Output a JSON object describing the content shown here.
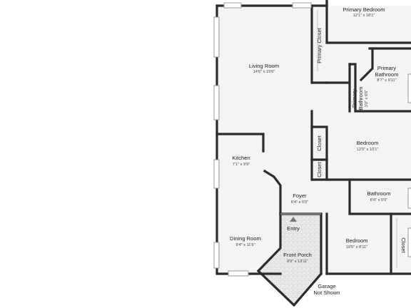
{
  "rooms": [
    {
      "id": "living",
      "name": "Living Room",
      "dims": "14'6\" x 19'6\""
    },
    {
      "id": "primary-bedroom",
      "name": "Primary Bedroom",
      "dims": "12'1\" x 18'1\""
    },
    {
      "id": "primary-closet",
      "name": "Primary Closet",
      "dims": ""
    },
    {
      "id": "primary-bathroom",
      "name": "Primary\nBathroom",
      "dims": "8'7\" x 9'11\""
    },
    {
      "id": "primary-bathroom-2",
      "name": "Primary\nBathroom",
      "dims": "3'0\" x 6'6\""
    },
    {
      "id": "kitchen",
      "name": "Kitchen",
      "dims": "7'1\" x 9'9\""
    },
    {
      "id": "closet-1",
      "name": "Closet",
      "dims": ""
    },
    {
      "id": "closet-2",
      "name": "Closet",
      "dims": ""
    },
    {
      "id": "bedroom-1",
      "name": "Bedroom",
      "dims": "12'0\" x 10'1\""
    },
    {
      "id": "foyer",
      "name": "Foyer",
      "dims": "6'4\" x 5'0\""
    },
    {
      "id": "bathroom",
      "name": "Bathroom",
      "dims": "8'4\" x 5'0\""
    },
    {
      "id": "entry",
      "name": "Entry",
      "dims": ""
    },
    {
      "id": "dining",
      "name": "Dining Room",
      "dims": "9'4\" x 11'6\""
    },
    {
      "id": "front-porch",
      "name": "Front Porch",
      "dims": "9'9\" x 13'11\""
    },
    {
      "id": "bedroom-2",
      "name": "Bedroom",
      "dims": "10'5\" x 8'11\""
    },
    {
      "id": "closet-3",
      "name": "Closet",
      "dims": ""
    }
  ],
  "notes": {
    "garage": "Garage\nNot Shown"
  },
  "colors": {
    "wall": "#2b2b2b",
    "floor": "#f4f4f4",
    "porch": "#e9e9e9"
  }
}
